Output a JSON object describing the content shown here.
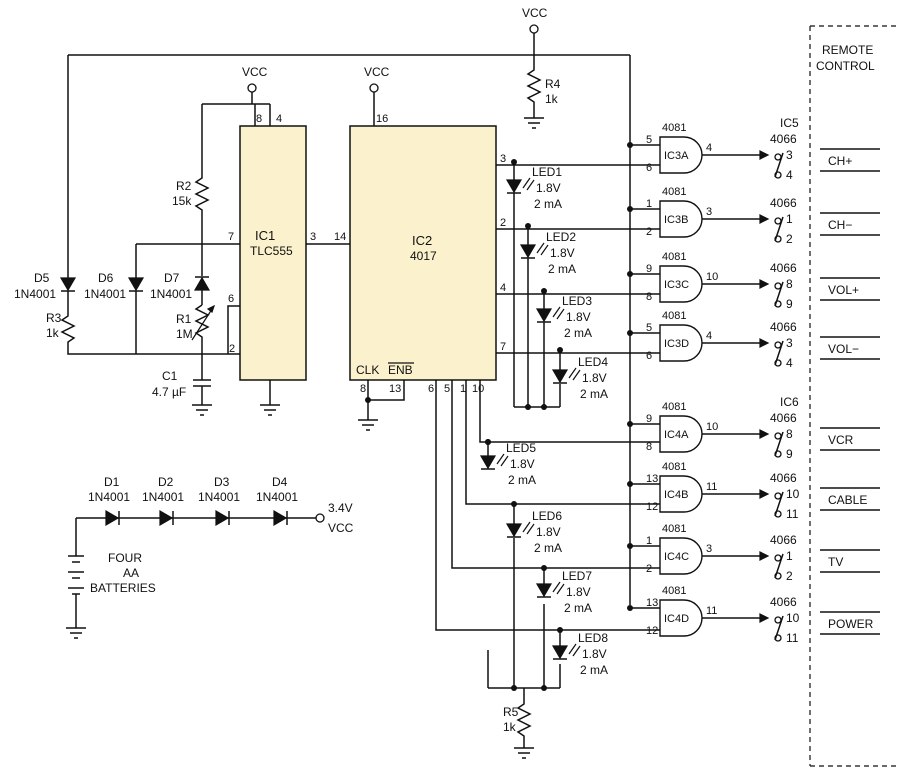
{
  "labels": {
    "vcc_top": "VCC",
    "vcc_ic1": "VCC",
    "vcc_ic2": "VCC",
    "vcc_batt": "VCC",
    "batt_voltage": "3.4V",
    "r4": "R4",
    "r4_val": "1k",
    "r2": "R2",
    "r2_val": "15k",
    "r1": "R1",
    "r1_val": "1M",
    "r3": "R3",
    "r3_val": "1k",
    "r5": "R5",
    "r5_val": "1k",
    "c1": "C1",
    "c1_val": "4.7 µF",
    "d5": "D5",
    "d5_part": "1N4001",
    "d6": "D6",
    "d6_part": "1N4001",
    "d7": "D7",
    "d7_part": "1N4001",
    "d1": "D1",
    "d2": "D2",
    "d3": "D3",
    "d4": "D4",
    "batt_diode_part": "1N4001",
    "battery_line1": "FOUR",
    "battery_line2": "AA",
    "battery_line3": "BATTERIES",
    "remote_line1": "REMOTE",
    "remote_line2": "CONTROL"
  },
  "ic1": {
    "name": "IC1",
    "part": "TLC555",
    "pins": {
      "p8": "8",
      "p4": "4",
      "p7": "7",
      "p6": "6",
      "p2": "2",
      "p3": "3"
    }
  },
  "ic2": {
    "name": "IC2",
    "part": "4017",
    "pins": {
      "p16": "16",
      "p14": "14",
      "p3": "3",
      "p2": "2",
      "p4": "4",
      "p7": "7",
      "p8": "8",
      "p13": "13",
      "p6": "6",
      "p5": "5",
      "p1": "1",
      "p10": "10"
    },
    "clk": "CLK",
    "enb": "ENB"
  },
  "gates": [
    {
      "part": "4081",
      "name": "IC3A",
      "in_a": "5",
      "in_b": "6",
      "out": "4"
    },
    {
      "part": "4081",
      "name": "IC3B",
      "in_a": "1",
      "in_b": "2",
      "out": "3"
    },
    {
      "part": "4081",
      "name": "IC3C",
      "in_a": "9",
      "in_b": "8",
      "out": "10"
    },
    {
      "part": "4081",
      "name": "IC3D",
      "in_a": "5",
      "in_b": "6",
      "out": "4"
    },
    {
      "part": "4081",
      "name": "IC4A",
      "in_a": "9",
      "in_b": "8",
      "out": "10"
    },
    {
      "part": "4081",
      "name": "IC4B",
      "in_a": "13",
      "in_b": "12",
      "out": "11"
    },
    {
      "part": "4081",
      "name": "IC4C",
      "in_a": "1",
      "in_b": "2",
      "out": "3"
    },
    {
      "part": "4081",
      "name": "IC4D",
      "in_a": "13",
      "in_b": "12",
      "out": "11"
    }
  ],
  "switches": [
    {
      "header": "IC5",
      "part": "4066",
      "pin_a": "3",
      "pin_b": "4",
      "button": "CH+"
    },
    {
      "header": "",
      "part": "4066",
      "pin_a": "1",
      "pin_b": "2",
      "button": "CH−"
    },
    {
      "header": "",
      "part": "4066",
      "pin_a": "8",
      "pin_b": "9",
      "button": "VOL+"
    },
    {
      "header": "",
      "part": "4066",
      "pin_a": "3",
      "pin_b": "4",
      "button": "VOL−"
    },
    {
      "header": "IC6",
      "part": "4066",
      "pin_a": "8",
      "pin_b": "9",
      "button": "VCR"
    },
    {
      "header": "",
      "part": "4066",
      "pin_a": "10",
      "pin_b": "11",
      "button": "CABLE"
    },
    {
      "header": "",
      "part": "4066",
      "pin_a": "1",
      "pin_b": "2",
      "button": "TV"
    },
    {
      "header": "",
      "part": "4066",
      "pin_a": "10",
      "pin_b": "11",
      "button": "POWER"
    }
  ],
  "leds": [
    {
      "name": "LED1",
      "voltage": "1.8V",
      "current": "2 mA"
    },
    {
      "name": "LED2",
      "voltage": "1.8V",
      "current": "2 mA"
    },
    {
      "name": "LED3",
      "voltage": "1.8V",
      "current": "2 mA"
    },
    {
      "name": "LED4",
      "voltage": "1.8V",
      "current": "2 mA"
    },
    {
      "name": "LED5",
      "voltage": "1.8V",
      "current": "2 mA"
    },
    {
      "name": "LED6",
      "voltage": "1.8V",
      "current": "2 mA"
    },
    {
      "name": "LED7",
      "voltage": "1.8V",
      "current": "2 mA"
    },
    {
      "name": "LED8",
      "voltage": "1.8V",
      "current": "2 mA"
    }
  ],
  "ic2_outputs": [
    {
      "pin": "3"
    },
    {
      "pin": "2"
    },
    {
      "pin": "4"
    },
    {
      "pin": "7"
    },
    {
      "pin": "10"
    },
    {
      "pin": "1"
    },
    {
      "pin": "5"
    },
    {
      "pin": "6"
    }
  ]
}
